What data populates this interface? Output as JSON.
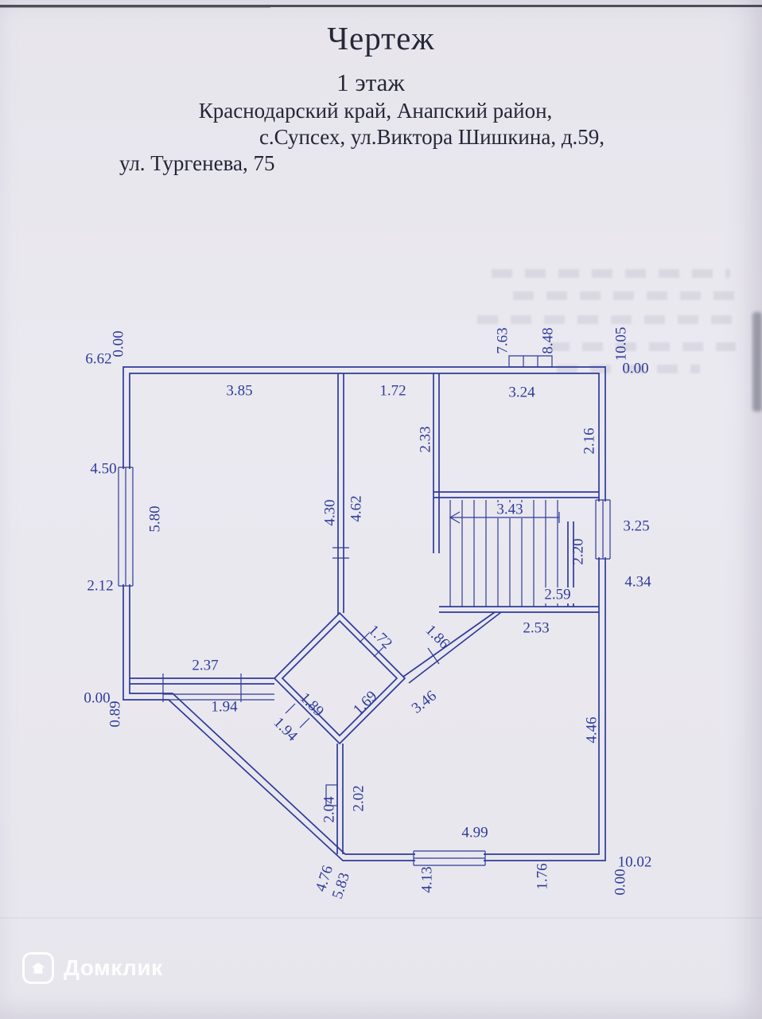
{
  "header": {
    "title": "Чертеж",
    "subtitle": "1 этаж",
    "address": [
      "Краснодарский край, Анапский район,",
      "с.Супсех, ул.Виктора Шишкина, д.59,",
      "ул. Тургенева, 75"
    ]
  },
  "watermark": {
    "label": "Домклик"
  },
  "plan": {
    "ink": "#2e3b9b",
    "paper": "#e9e7ee",
    "dims": {
      "top_outside": [
        "0.00",
        "6.62",
        "7.63",
        "8.48",
        "10.05",
        "0.00"
      ],
      "upper_rooms": [
        "3.85",
        "1.72",
        "3.24",
        "2.33",
        "2.16"
      ],
      "left_side": [
        "4.50",
        "5.80",
        "2.12"
      ],
      "center_walls": [
        "4.30",
        "4.62"
      ],
      "stairs": [
        "3.43",
        "2.20",
        "2.59",
        "2.53"
      ],
      "right_side": [
        "3.25",
        "4.34"
      ],
      "left_bottom": [
        "2.37",
        "0.00",
        "0.89",
        "1.94"
      ],
      "vestibule": [
        "1.72",
        "1.86",
        "1.89",
        "1.69",
        "1.94",
        "3.46"
      ],
      "bottom_room": [
        "4.46",
        "2.04",
        "2.02",
        "4.99"
      ],
      "bottom_outside": [
        "4.76",
        "5.83",
        "4.13",
        "1.76",
        "10.02",
        "0.00"
      ]
    }
  }
}
